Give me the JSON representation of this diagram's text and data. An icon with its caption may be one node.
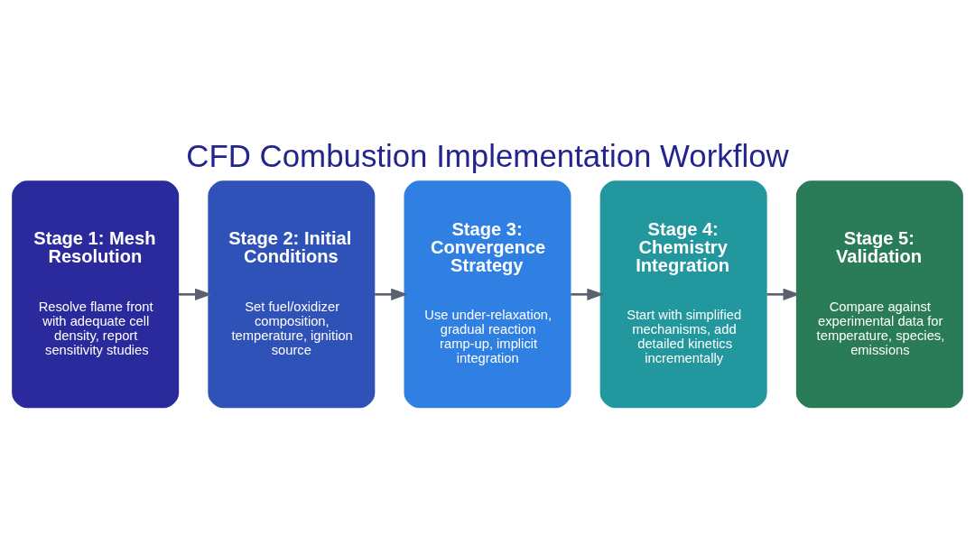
{
  "diagram": {
    "title": "CFD Combustion Implementation Workflow",
    "nodes": [
      {
        "text": [
          "Stage 1: Mesh Resolution",
          "Resolve flame front with adequate cell density, report sensitivity studies"
        ]
      },
      {
        "text": [
          "Stage 2: Initial Conditions",
          "Set fuel/oxidizer composition, temperature, ignition source"
        ]
      },
      {
        "text": [
          "Stage 3: Convergence Strategy",
          "Use under-relaxation, gradual reaction ramp-up, implicit integration"
        ]
      },
      {
        "text": [
          "Stage 4: Chemistry Integration",
          "Start with simplified mechanisms, add detailed kinetics incrementally"
        ]
      },
      {
        "text": [
          "Stage 5: Validation",
          "Compare against experimental data for temperature, species, emissions"
        ]
      }
    ],
    "edges": [
      {
        "from": 0,
        "to": 1,
        "arrow": "to"
      },
      {
        "from": 1,
        "to": 2,
        "arrow": "to"
      },
      {
        "from": 2,
        "to": 3,
        "arrow": "to"
      },
      {
        "from": 3,
        "to": 4,
        "arrow": "to"
      }
    ]
  }
}
